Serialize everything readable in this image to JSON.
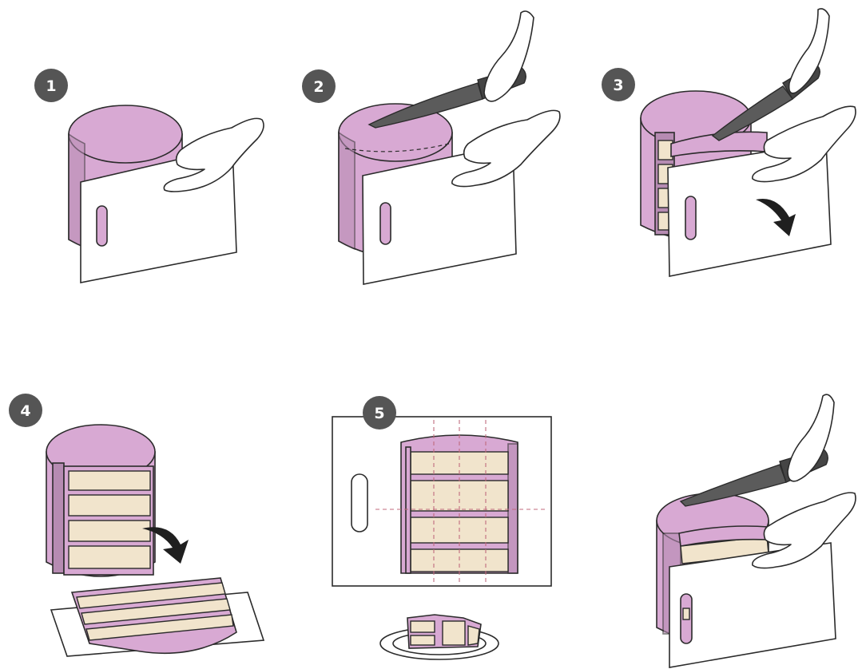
{
  "steps": [
    {
      "number": "1"
    },
    {
      "number": "2"
    },
    {
      "number": "3"
    },
    {
      "number": "4"
    },
    {
      "number": "5"
    }
  ],
  "colors": {
    "cake_pink": "#d8a9d3",
    "cake_layer": "#f1e4cc",
    "badge": "#555555",
    "knife_blade": "#5b5b5b"
  },
  "icons": [
    "cake-icon",
    "cutting-board-icon",
    "hand-icon",
    "knife-icon",
    "curved-arrow-icon",
    "plate-icon"
  ]
}
